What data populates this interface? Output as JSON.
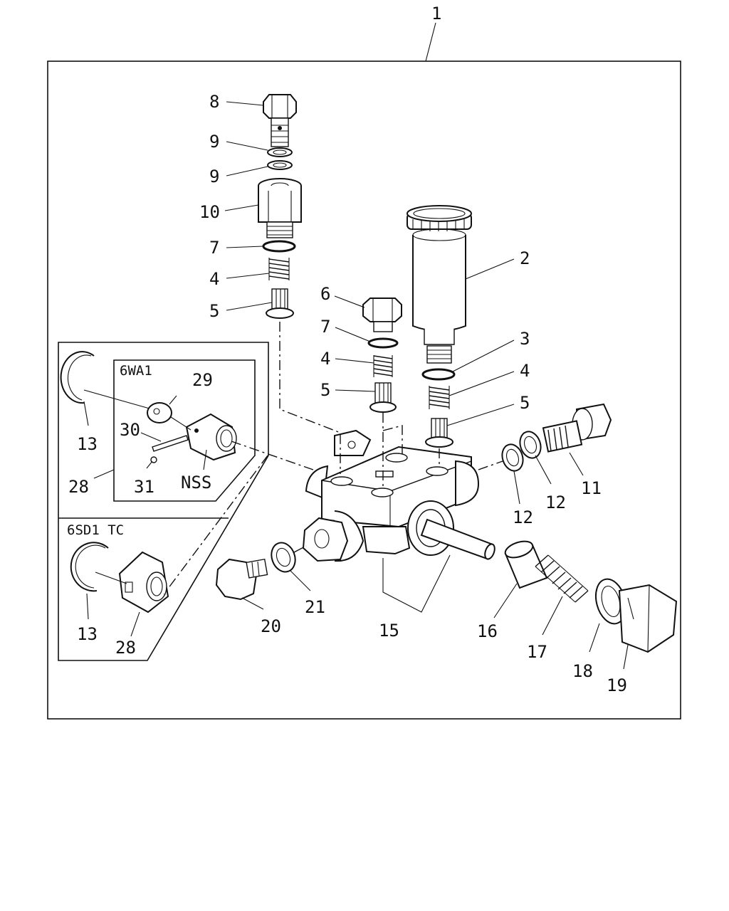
{
  "callouts": {
    "c1": "1",
    "c2": "2",
    "c3": "3",
    "c4a": "4",
    "c4b": "4",
    "c4c": "4",
    "c5a": "5",
    "c5b": "5",
    "c5c": "5",
    "c6": "6",
    "c7a": "7",
    "c7b": "7",
    "c8": "8",
    "c9a": "9",
    "c9b": "9",
    "c10": "10",
    "c11": "11",
    "c12a": "12",
    "c12b": "12",
    "c13a": "13",
    "c13b": "13",
    "c15": "15",
    "c16": "16",
    "c17": "17",
    "c18": "18",
    "c19": "19",
    "c20": "20",
    "c21": "21",
    "c28a": "28",
    "c28b": "28",
    "c29": "29",
    "c30": "30",
    "c31": "31",
    "nss": "NSS"
  },
  "insets": {
    "upper_title": "6WA1",
    "lower_title": "6SD1 TC"
  }
}
